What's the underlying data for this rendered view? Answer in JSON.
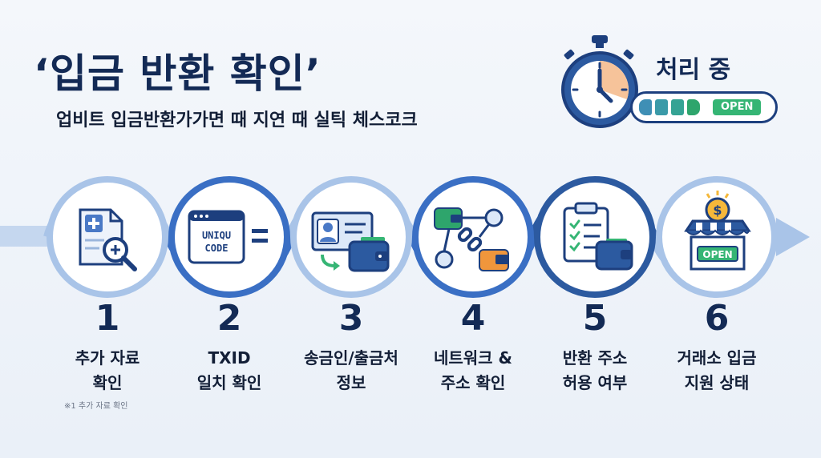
{
  "header": {
    "title": "‘입금 반환 확인’",
    "subtitle": "업비트 입금반환가가면 때 지연 때 실틱 체스코크"
  },
  "status": {
    "label": "처리 중",
    "badge": "OPEN",
    "progress_segments_filled": 4
  },
  "steps": [
    {
      "number": "1",
      "line1": "추가 자료",
      "line2": "확인",
      "icon": "document-magnifier-icon"
    },
    {
      "number": "2",
      "line1": "TXID",
      "line2": "일치 확인",
      "icon": "txid-code-icon",
      "code_text": "UNIQU\nCODE"
    },
    {
      "number": "3",
      "line1": "송금인/출금처",
      "line2": "정보",
      "icon": "id-card-wallet-icon"
    },
    {
      "number": "4",
      "line1": "네트워크 &",
      "line2": "주소 확인",
      "icon": "wallet-chain-icon"
    },
    {
      "number": "5",
      "line1": "반환 주소",
      "line2": "허용 여부",
      "icon": "checklist-wallet-icon"
    },
    {
      "number": "6",
      "line1": "거래소 입금",
      "line2": "지원 상태",
      "icon": "store-open-icon",
      "store_sign": "OPEN"
    }
  ],
  "footnote": "※1 추가 자료 확인",
  "colors": {
    "navy": "#132a55",
    "accent_blue": "#3a6fc4",
    "light_blue": "#a9c4e8",
    "green": "#35b574",
    "orange": "#f0963c"
  }
}
